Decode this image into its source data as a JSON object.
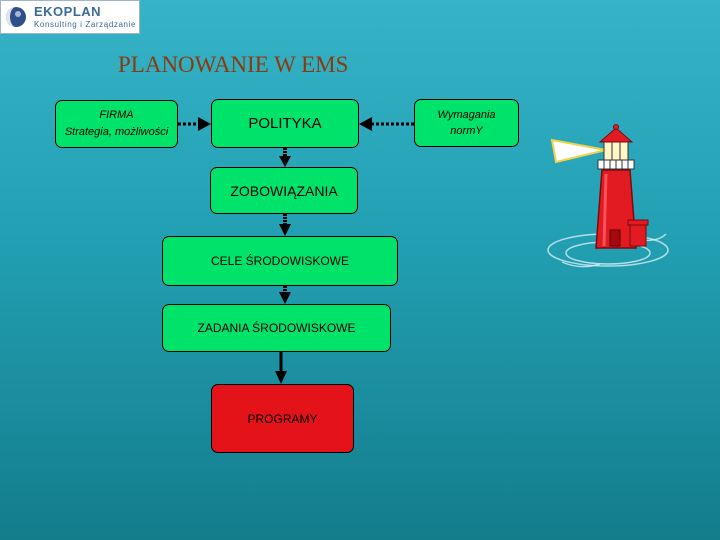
{
  "logo": {
    "name": "EKOPLAN",
    "subtitle": "Konsulting i Zarządzanie"
  },
  "title": "PLANOWANIE W EMS",
  "diagram": {
    "firma": {
      "line1": "FIRMA",
      "line2": "Strategia, możliwości"
    },
    "polityka": "POLITYKA",
    "wymagania": {
      "line1": "Wymagania",
      "line2": "normY"
    },
    "zobowiazania": "ZOBOWIĄZANIA",
    "cele": "CELE ŚRODOWISKOWE",
    "zadania": "ZADANIA ŚRODOWISKOWE",
    "programy": "PROGRAMY"
  },
  "colors": {
    "box_green": "#00e36b",
    "box_red": "#e4131a",
    "title": "#8b3a0e",
    "background": "#229fb2"
  },
  "icons": [
    "globe-logo-icon",
    "lighthouse-icon"
  ]
}
